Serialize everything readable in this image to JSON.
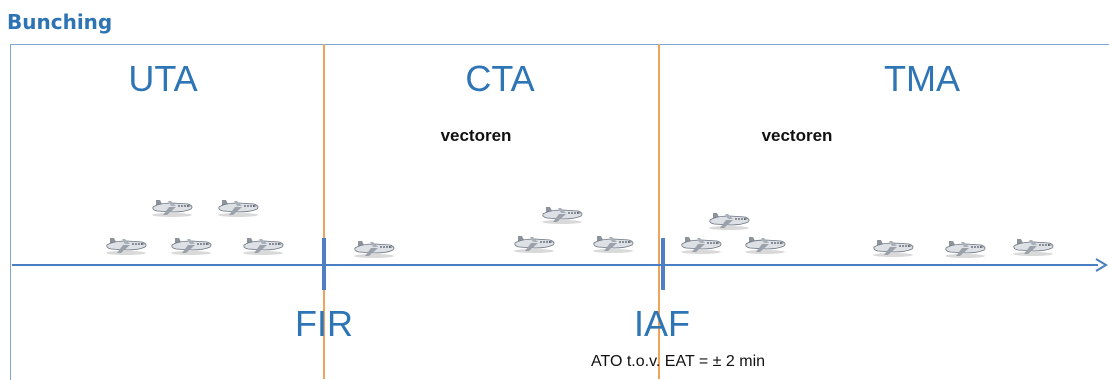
{
  "slide": {
    "title": "Bunching"
  },
  "zones": [
    {
      "label": "UTA"
    },
    {
      "label": "CTA"
    },
    {
      "label": "TMA"
    }
  ],
  "annotations": {
    "cta_vector": "vectoren",
    "tma_vector": "vectoren"
  },
  "fixes": [
    {
      "label": "FIR"
    },
    {
      "label": "IAF"
    }
  ],
  "note": "ATO t.o.v. EAT = ± 2 min",
  "colors": {
    "title": "#2e74b5",
    "zone_text": "#2e75b6",
    "axis": "#4a7ec2",
    "zone_divider": "#f0a35a",
    "frame": "#7ea6d6"
  },
  "icons": {
    "aircraft": "airplane-icon",
    "aircraft_count": 16
  }
}
